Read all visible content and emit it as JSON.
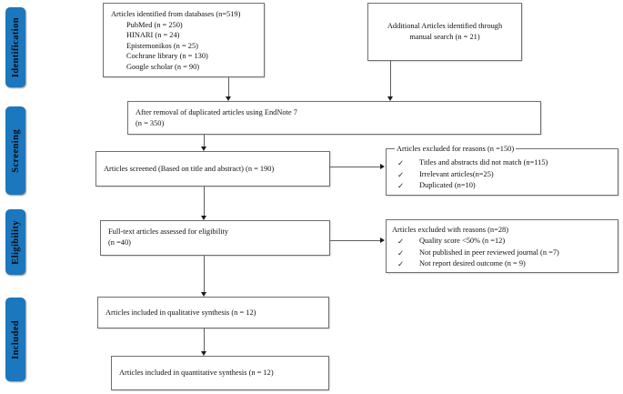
{
  "diagram": {
    "type": "prisma-flow-diagram",
    "stages": [
      {
        "id": "identification",
        "label": "Identification"
      },
      {
        "id": "screening",
        "label": "Screening"
      },
      {
        "id": "eligibility",
        "label": "Eligibility"
      },
      {
        "id": "included",
        "label": "Included"
      }
    ],
    "boxes": {
      "databases": {
        "title": "Articles identified from databases (n=519)",
        "sources": [
          "PubMed (n = 250)",
          "HINARI  (n = 24)",
          "Epistemonikos (n = 25)",
          "Cochrane library  (n = 130)",
          "Google  scholar (n = 90)"
        ]
      },
      "manual": {
        "line1": "Additional  Articles  identified  through",
        "line2": "manual  search (n = 21)"
      },
      "deduplicated": {
        "line1": "After  removal  of  duplicated  articles  using  EndNote 7",
        "line2": "(n = 350)"
      },
      "screened": {
        "line1": "Articles  screened (Based on title  and abstract)  (n = 190)"
      },
      "excluded_screening": {
        "heading": "Articles excluded for reasons (n =150)",
        "reasons": [
          "Titles  and abstracts did not match (n=115)",
          "Irrelevant articles(n=25)",
          "Duplicated (n=10)"
        ]
      },
      "fulltext": {
        "line1": "Full-text  articles assessed for eligibility",
        "line2": "(n =40)"
      },
      "excluded_eligibility": {
        "heading": "Articles excluded with reasons (n=28)",
        "reasons": [
          "Quality score <50% (n =12)",
          "Not published  in peer reviewed journal  (n =7)",
          "Not report desired outcome (n = 9)"
        ]
      },
      "qualitative": {
        "line1": "Articles  included  in  qualitative  synthesis  (n = 12)"
      },
      "quantitative": {
        "line1": "Articles  included  in  quantitative  synthesis  (n = 12)"
      }
    },
    "glyphs": {
      "tick": "✓"
    },
    "colors": {
      "stage_blue": "#1b77be",
      "box_border": "#6f6f6f",
      "arrow": "#1c1c1c"
    }
  }
}
